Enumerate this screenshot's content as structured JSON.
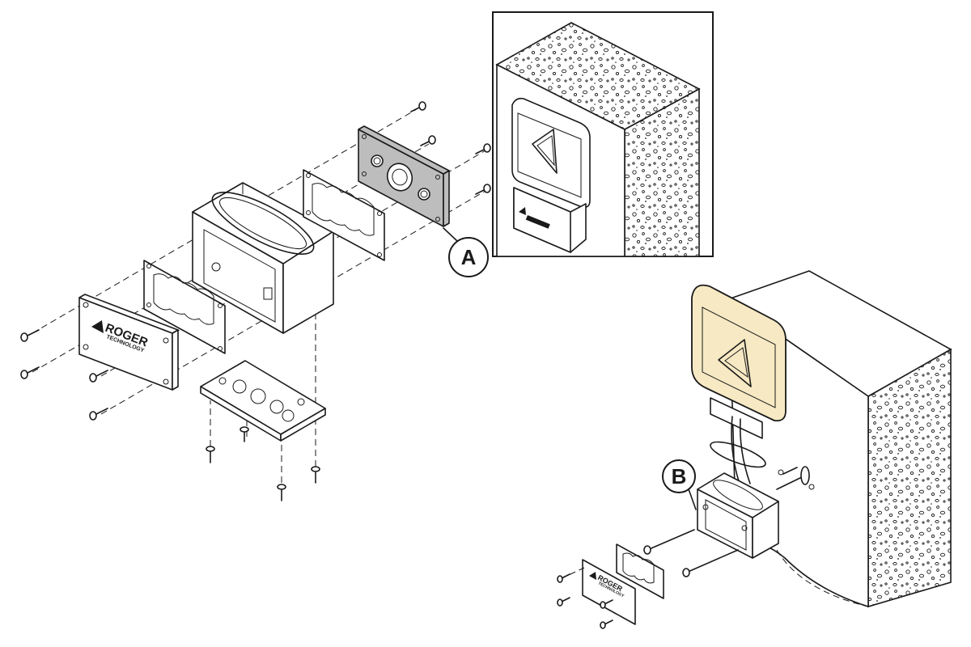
{
  "callouts": {
    "a": "A",
    "b": "B"
  },
  "brand": {
    "name": "ROGER",
    "sub": "TECHNOLOGY"
  },
  "colors": {
    "line": "#1a1a1a",
    "cover_plate": "#bdbdbd",
    "lamp_lens": "#f6e9c3",
    "background": "#ffffff"
  }
}
